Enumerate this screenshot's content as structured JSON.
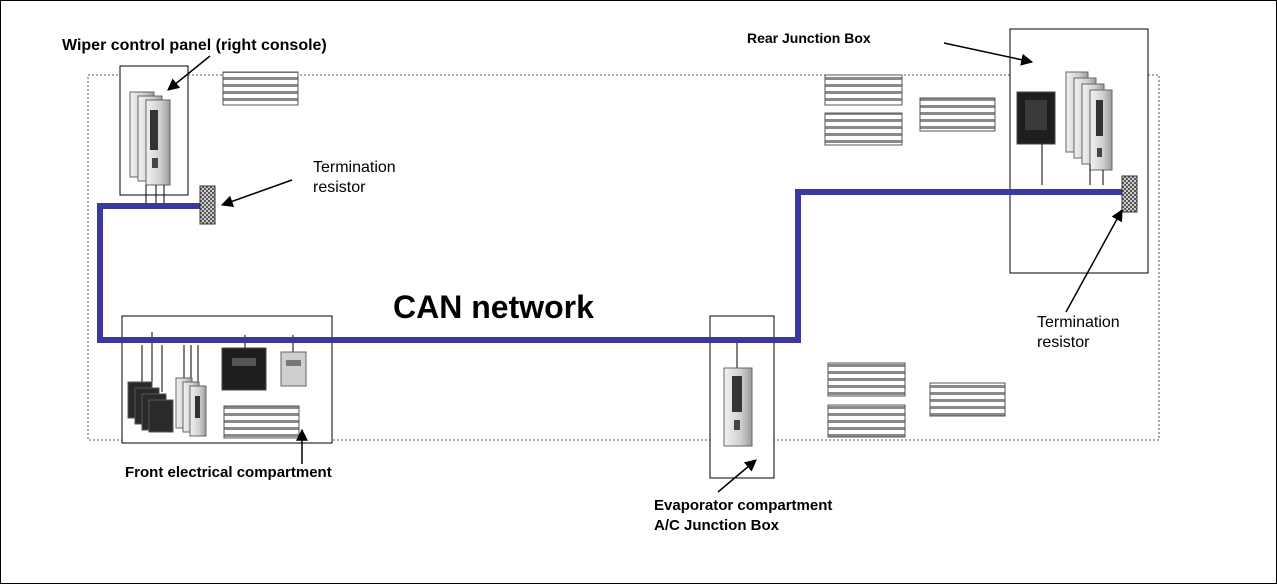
{
  "labels": {
    "wiper_panel": "Wiper control panel (right console)",
    "rear_junction": "Rear Junction Box",
    "termination_left": [
      "Termination",
      "resistor"
    ],
    "termination_right": [
      "Termination",
      "resistor"
    ],
    "can_network": "CAN network",
    "front_compartment": "Front electrical compartment",
    "evaporator": [
      "Evaporator compartment",
      "A/C Junction Box"
    ]
  },
  "colors": {
    "can_line": "#3a3a9e",
    "box_stroke": "#000000",
    "stripe": "#8a8a8a",
    "module_light": "#d8d8d8",
    "module_dark": "#1e1e1e",
    "resistor": "#8c8c8c"
  },
  "icons": {
    "module": "controller-module-icon",
    "terminal_strip": "terminal-strip-icon",
    "resistor": "termination-resistor-icon"
  }
}
